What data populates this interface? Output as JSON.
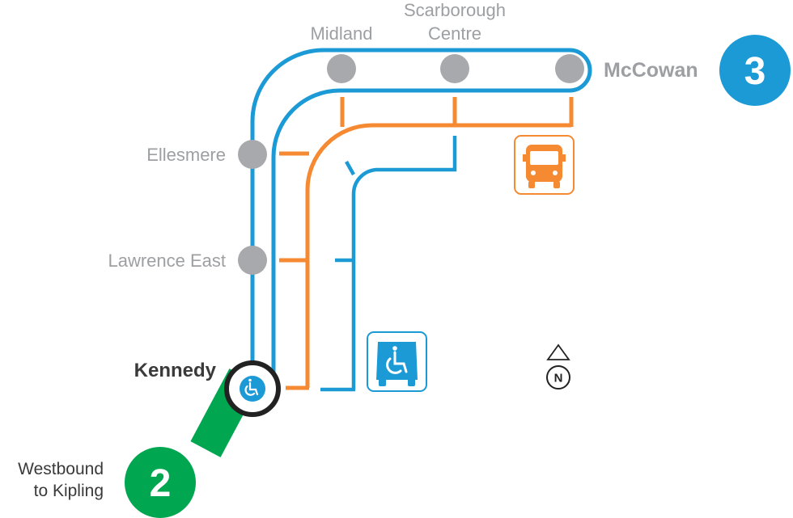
{
  "colors": {
    "line3": "#1b9ad6",
    "line2": "#00a650",
    "bus": "#f58a33",
    "station_dot": "#a7a9ac",
    "label_grey": "#9d9fa2",
    "label_dark": "#3a3a3a"
  },
  "line3": {
    "number": "3",
    "terminal": "McCowan",
    "stations": [
      {
        "id": "midland",
        "lines": [
          "Midland"
        ]
      },
      {
        "id": "scarborough-centre",
        "lines": [
          "Scarborough",
          "Centre"
        ]
      },
      {
        "id": "ellesmere",
        "lines": [
          "Ellesmere"
        ]
      },
      {
        "id": "lawrence-east",
        "lines": [
          "Lawrence East"
        ]
      }
    ]
  },
  "interchange": {
    "name": "Kennedy",
    "icon": "wheelchair-accessible-icon"
  },
  "line2": {
    "number": "2",
    "direction_lines": [
      "Westbound",
      "to Kipling"
    ]
  },
  "legend": {
    "bus_icon": "bus-icon",
    "wheeltrans_icon": "wheel-trans-bus-icon",
    "north": "N"
  }
}
